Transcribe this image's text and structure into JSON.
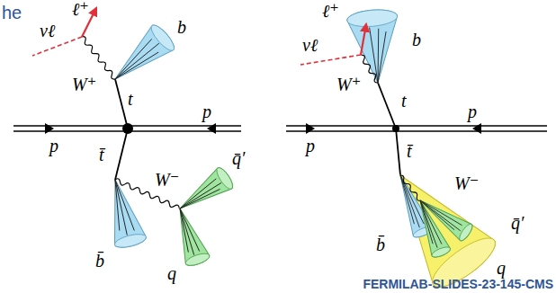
{
  "diagram": {
    "labels": [
      "he",
      "ℓ⁺",
      "νℓ",
      "b",
      "W⁺",
      "t",
      "p",
      "p",
      "t̄",
      "W⁻",
      "q̄′",
      "b̄",
      "q",
      "ℓ⁺",
      "νℓ",
      "b",
      "W⁺",
      "t",
      "p",
      "p",
      "t̄",
      "W⁻",
      "b̄",
      "q̄′",
      "q",
      "FERMILAB-SLIDES-23-145-CMS"
    ]
  }
}
